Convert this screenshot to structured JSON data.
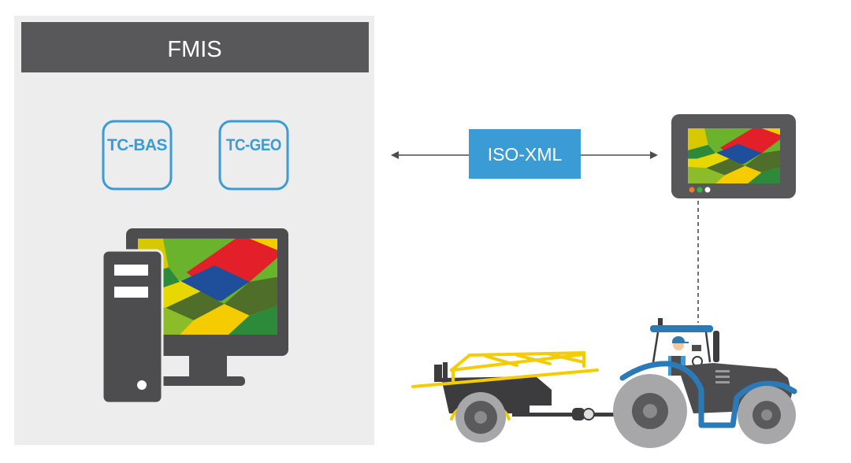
{
  "fmis": {
    "title": "FMIS"
  },
  "modules": [
    {
      "label": "TC-BAS"
    },
    {
      "label": "TC-GEO"
    }
  ],
  "exchange": {
    "label": "ISO-XML"
  },
  "colors": {
    "panel": "#ededed",
    "header": "#58585a",
    "accent_blue": "#3a9bd5",
    "device_dark": "#4d4d50",
    "boom_yellow": "#f5cc00",
    "tractor_blue": "#2b7ab8"
  },
  "icons": {
    "desktop_computer": "desktop-computer-icon",
    "terminal": "tractor-terminal-icon",
    "tractor": "tractor-icon",
    "sprayer": "sprayer-icon"
  }
}
